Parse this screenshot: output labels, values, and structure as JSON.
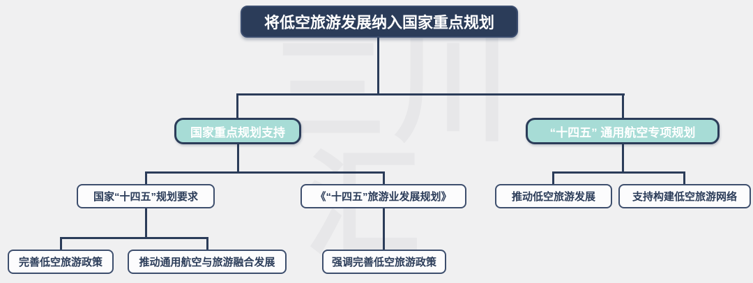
{
  "diagram_title": "将低空旅游发展纳入国家重点规划",
  "nodes": {
    "root": {
      "label": "将低空旅游发展纳入国家重点规划",
      "level": 1,
      "parent": null
    },
    "support": {
      "label": "国家重点规划支持",
      "level": 2,
      "parent": "root"
    },
    "ga_plan": {
      "label": "“十四五” 通用航空专项规划",
      "level": 2,
      "parent": "root"
    },
    "req_145": {
      "label": "国家“十四五”规划要求",
      "level": 3,
      "parent": "support"
    },
    "tourism_plan": {
      "label": "《“十四五”旅游业发展规划》",
      "level": 3,
      "parent": "support"
    },
    "promote": {
      "label": "推动低空旅游发展",
      "level": 3,
      "parent": "ga_plan"
    },
    "network": {
      "label": "支持构建低空旅游网络",
      "level": 3,
      "parent": "ga_plan"
    },
    "improve": {
      "label": "完善低空旅游政策",
      "level": 4,
      "parent": "req_145"
    },
    "integrate": {
      "label": "推动通用航空与旅游融合发展",
      "level": 4,
      "parent": "req_145"
    },
    "emphasize": {
      "label": "强调完善低空旅游政策",
      "level": 4,
      "parent": "tourism_plan"
    }
  },
  "watermark": {
    "line1": "三川",
    "line2": "汇"
  },
  "colors": {
    "navy": "#2b3c59",
    "teal": "#a7dcd6",
    "background": "#f0f0f1",
    "node_bg": "#fcfcfd",
    "text_light": "#ffffff"
  }
}
